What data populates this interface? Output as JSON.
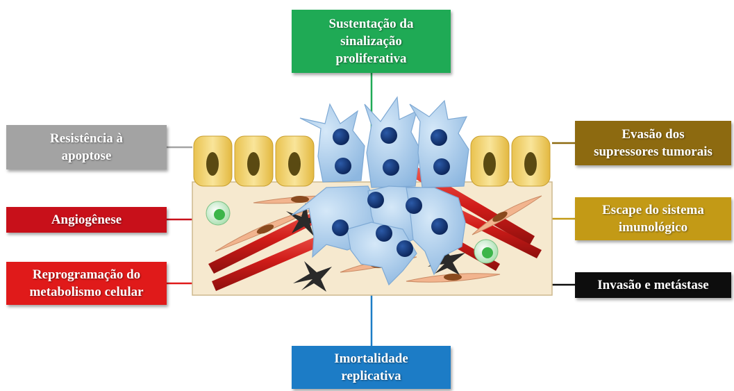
{
  "labels": {
    "top": "Sustentação da\nsinalização\nproliferativa",
    "left_top": "Resistência à\napoptose",
    "left_mid": "Angiogênese",
    "left_bottom": "Reprogramação do\nmetabolismo celular",
    "right_top": "Evasão dos\nsupressores tumorais",
    "right_mid": "Escape do sistema\nimunológico",
    "right_bottom": "Invasão e metástase",
    "bottom": "Imortalidade\nreplicativa"
  },
  "colors": {
    "top": "#1faa55",
    "left_top": "#a3a3a3",
    "left_mid": "#c8101a",
    "left_bottom": "#e01a1a",
    "right_top": "#8d6a10",
    "right_mid": "#c39a16",
    "right_bottom": "#0d0d0d",
    "bottom": "#1c7cc6",
    "tissue": "#f6e9cf",
    "epithelial": "#f2d36a",
    "tumor": "#a9cbea",
    "nucleus": "#0e2f6e",
    "vessel": "#d6201f"
  }
}
